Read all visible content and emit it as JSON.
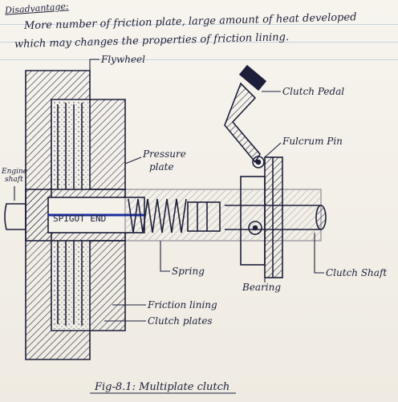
{
  "notes": {
    "heading": "Disadvantage:",
    "line1": "More number of friction plate, large amount of heat developed",
    "line2": "which may changes the properties of friction lining."
  },
  "diagram": {
    "labels": {
      "flywheel": "Flywheel",
      "clutch_pedal": "Clutch Pedal",
      "fulcrum_pin": "Fulcrum Pin",
      "pressure_plate_1": "Pressure",
      "pressure_plate_2": "plate",
      "engine_shaft_1": "Engine",
      "engine_shaft_2": "shaft",
      "spigot_end": "SPIGOT END",
      "spring": "Spring",
      "bearing": "Bearing",
      "clutch_shaft": "Clutch Shaft",
      "friction_lining": "Friction lining",
      "clutch_plates": "Clutch plates"
    },
    "caption": "Fig-8.1: Multiplate clutch"
  }
}
